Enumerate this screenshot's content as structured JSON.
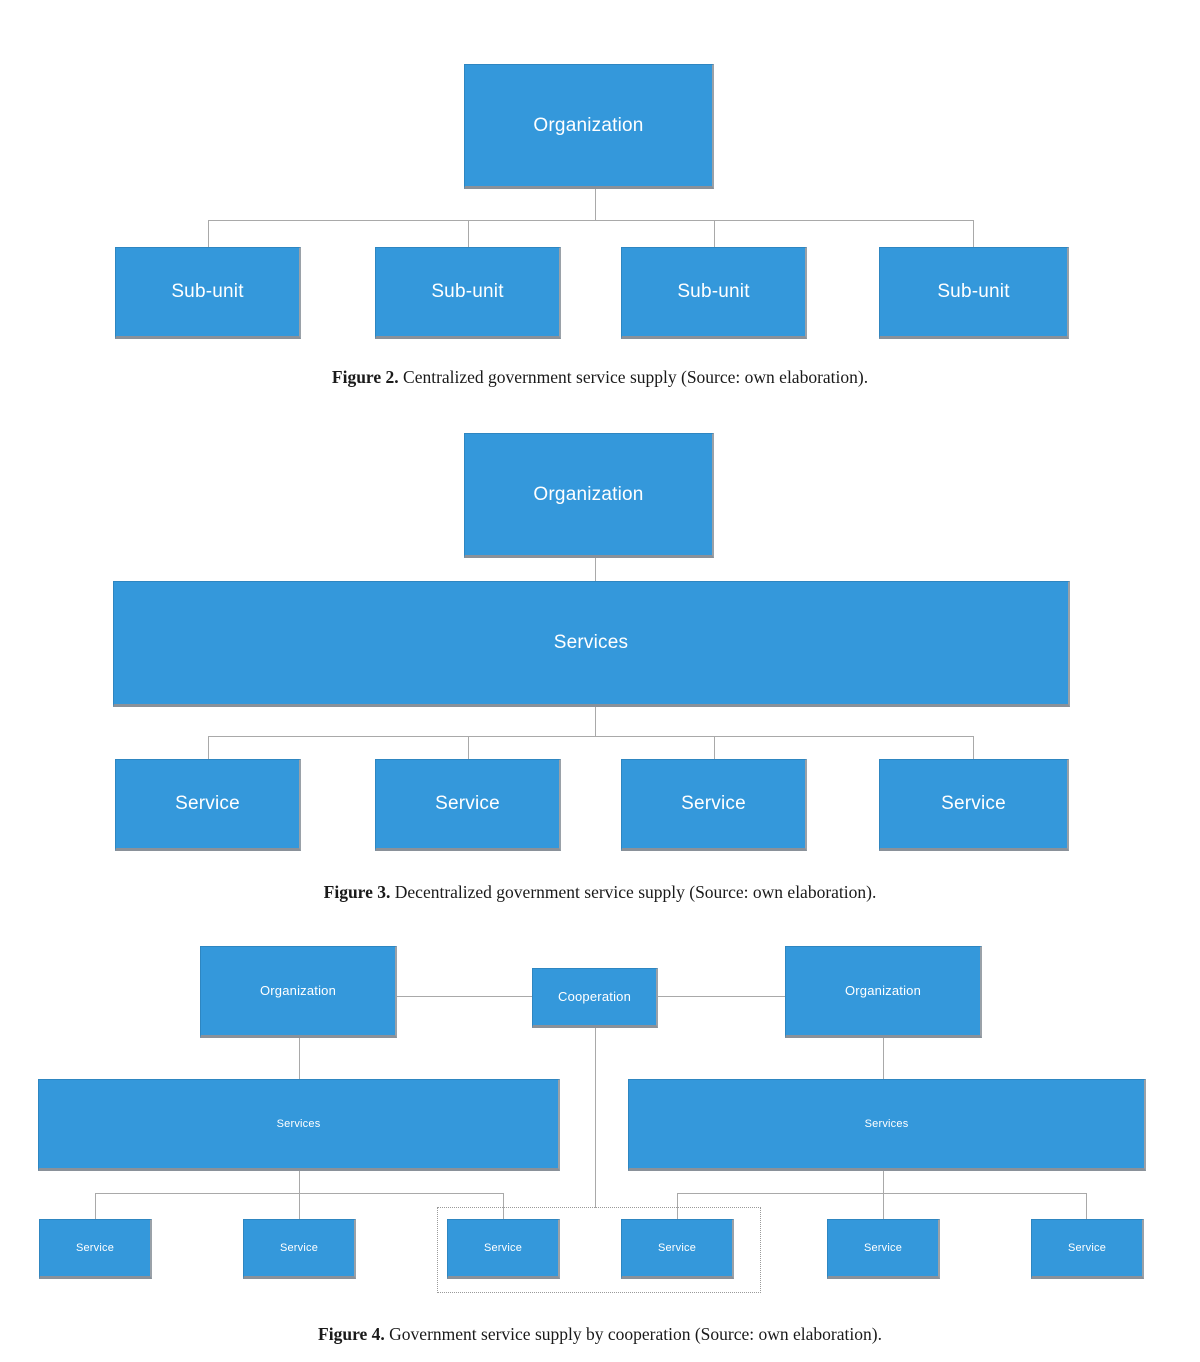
{
  "document": {
    "type": "academic-figure-page",
    "background_color": "#ffffff",
    "node_fill_color": "#3498DB",
    "node_border_color": "#2E86C1",
    "node_shadow_color": "#8a9199",
    "connector_color": "#a9a9a9",
    "text_color": "#ffffff"
  },
  "figures": [
    {
      "id": "figure-2",
      "caption_label": "Figure 2.",
      "caption_text": " Centralized government service supply (Source: own elaboration).",
      "diagram_type": "org-chart",
      "root": {
        "label": "Organization"
      },
      "children": [
        {
          "label": "Sub-unit"
        },
        {
          "label": "Sub-unit"
        },
        {
          "label": "Sub-unit"
        },
        {
          "label": "Sub-unit"
        }
      ]
    },
    {
      "id": "figure-3",
      "caption_label": "Figure 3.",
      "caption_text": " Decentralized government service supply (Source: own elaboration).",
      "diagram_type": "org-chart",
      "root": {
        "label": "Organization"
      },
      "middle": {
        "label": "Services"
      },
      "children": [
        {
          "label": "Service"
        },
        {
          "label": "Service"
        },
        {
          "label": "Service"
        },
        {
          "label": "Service"
        }
      ]
    },
    {
      "id": "figure-4",
      "caption_label": "Figure 4.",
      "caption_text": " Government service supply by cooperation (Source: own elaboration).",
      "diagram_type": "cooperation-chart",
      "organizations": [
        {
          "label": "Organization"
        },
        {
          "label": "Organization"
        }
      ],
      "cooperation": {
        "label": "Cooperation"
      },
      "services_groups": [
        {
          "label": "Services"
        },
        {
          "label": "Services"
        }
      ],
      "services_left": [
        {
          "label": "Service"
        },
        {
          "label": "Service"
        },
        {
          "label": "Service"
        }
      ],
      "services_right": [
        {
          "label": "Service"
        },
        {
          "label": "Service"
        },
        {
          "label": "Service"
        }
      ],
      "shared_group_note": "dotted-selection-rectangle"
    }
  ]
}
